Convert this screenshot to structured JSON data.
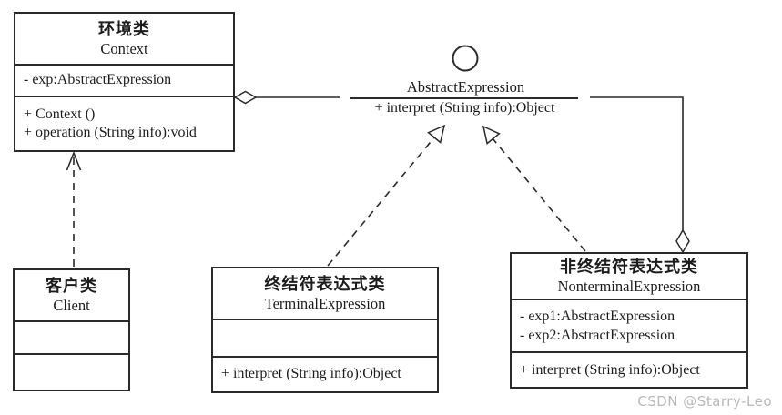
{
  "classes": {
    "context": {
      "name_cn": "环境类",
      "name_en": "Context",
      "attributes": [
        "- exp:AbstractExpression"
      ],
      "methods": [
        "+ Context ()",
        "+ operation (String info):void"
      ]
    },
    "client": {
      "name_cn": "客户类",
      "name_en": "Client",
      "attributes": [],
      "methods": []
    },
    "terminal": {
      "name_cn": "终结符表达式类",
      "name_en": "TerminalExpression",
      "attributes": [],
      "methods": [
        "+ interpret (String info):Object"
      ]
    },
    "nonterminal": {
      "name_cn": "非终结符表达式类",
      "name_en": "NonterminalExpression",
      "attributes": [
        "- exp1:AbstractExpression",
        "- exp2:AbstractExpression"
      ],
      "methods": [
        "+ interpret (String info):Object"
      ]
    }
  },
  "interface": {
    "name": "AbstractExpression",
    "method": "+ interpret (String info):Object"
  },
  "relationships": [
    {
      "type": "dependency",
      "from": "Client",
      "to": "Context"
    },
    {
      "type": "aggregation",
      "from": "Context",
      "to": "AbstractExpression"
    },
    {
      "type": "realization",
      "from": "TerminalExpression",
      "to": "AbstractExpression"
    },
    {
      "type": "realization",
      "from": "NonterminalExpression",
      "to": "AbstractExpression"
    },
    {
      "type": "aggregation",
      "from": "NonterminalExpression",
      "to": "AbstractExpression"
    }
  ],
  "watermark": "CSDN @Starry-Leo",
  "colors": {
    "line": "#2a2a2a",
    "background": "#ffffff",
    "watermark": "#b9b9b9"
  }
}
